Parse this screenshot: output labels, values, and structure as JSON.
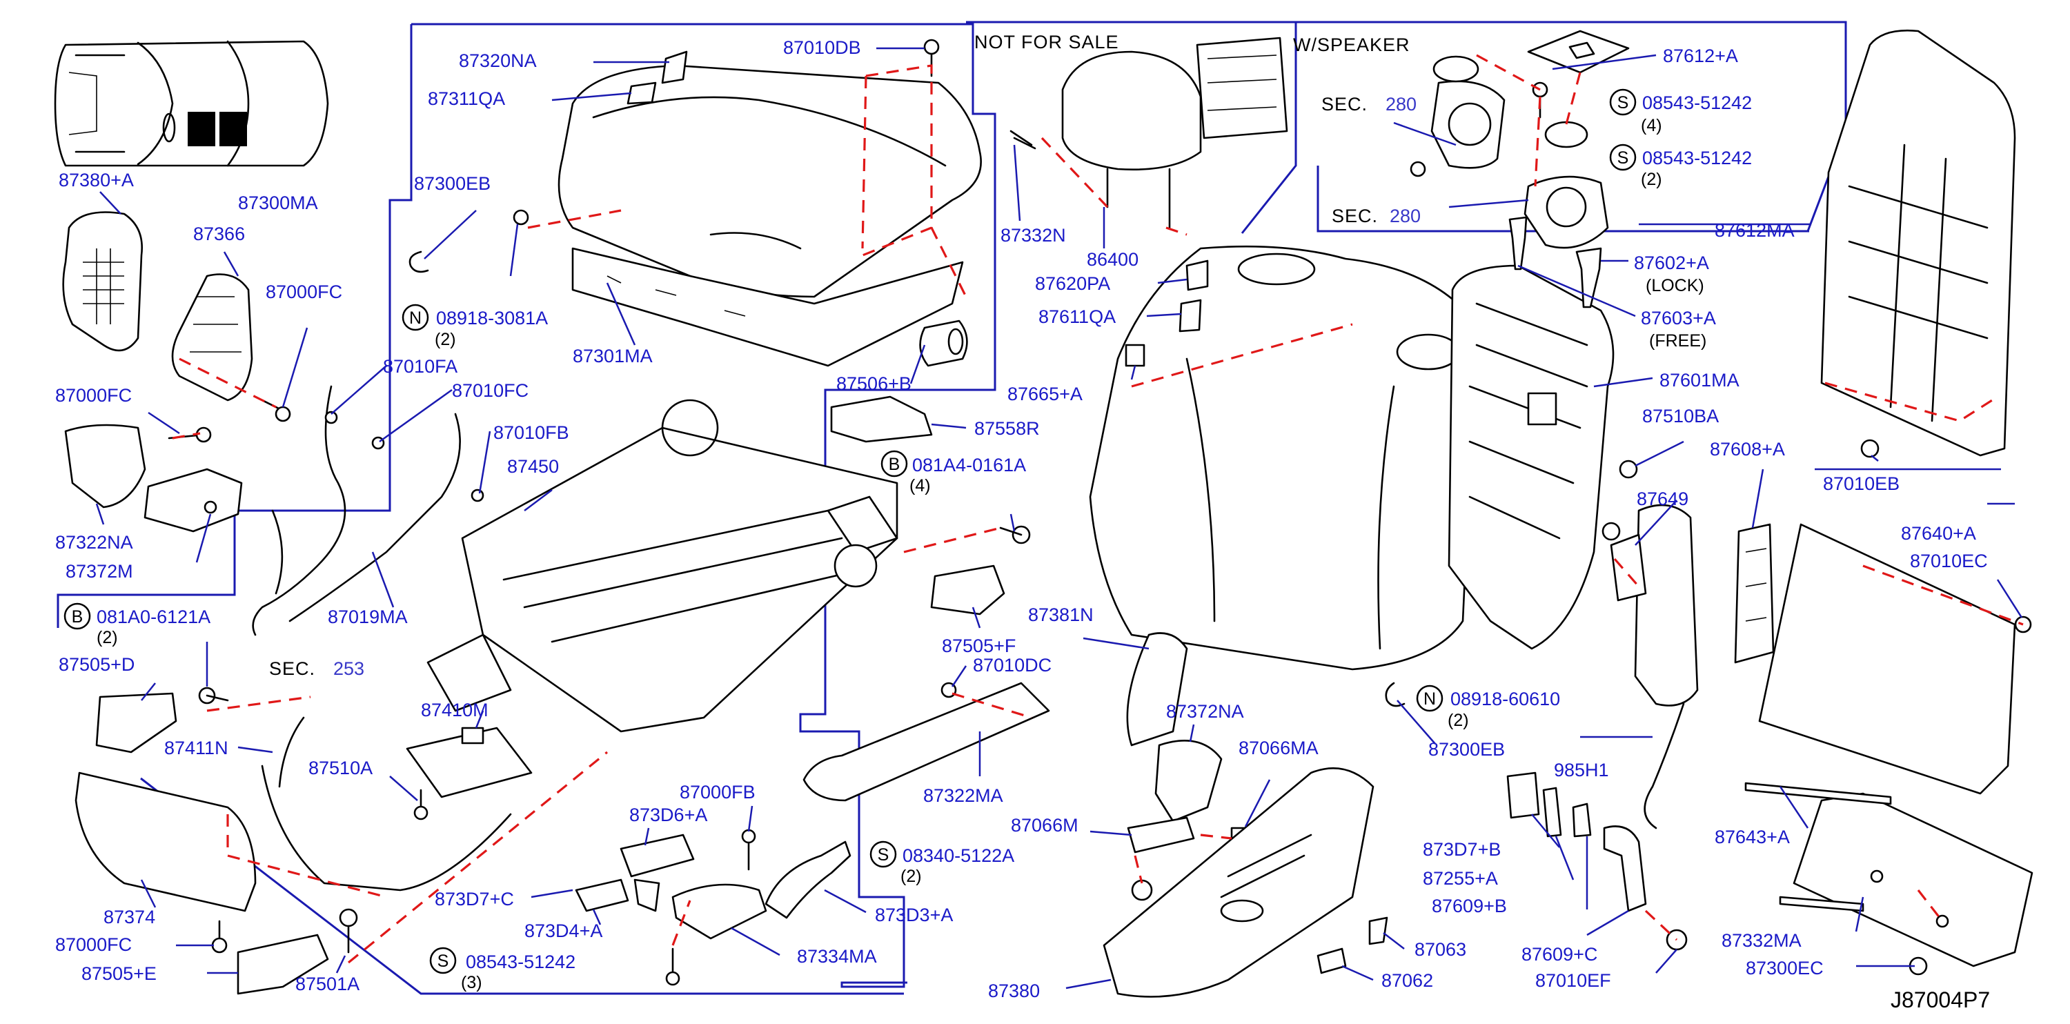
{
  "catalog_code": "J87004P7",
  "references": {
    "not_for_sale": "NOT FOR SALE",
    "w_speaker": "W/SPEAKER",
    "sec_prefix": "SEC.",
    "sec_280a": "280",
    "sec_280b": "280",
    "sec_253": "253"
  },
  "notes": {
    "lock": "(LOCK)",
    "free": "(FREE)"
  },
  "quantities": {
    "q2_08918_3081A": "(2)",
    "q4_081A4": "(4)",
    "q2_081A0": "(2)",
    "q3_08543_b": "(3)",
    "q2_08340": "(2)",
    "q2_08918_60610": "(2)",
    "q4_08543_a": "(4)",
    "q2_08543_c": "(2)"
  },
  "circled": {
    "n1": "N",
    "n2": "N",
    "b1": "B",
    "b2": "B",
    "s1": "S",
    "s2": "S",
    "s3": "S",
    "s4": "S"
  },
  "parts": {
    "p87380A": "87380+A",
    "p87366": "87366",
    "p87000FC_a": "87000FC",
    "p87000FC_b": "87000FC",
    "p87000FC_c": "87000FC",
    "p87322NA": "87322NA",
    "p87372M": "87372M",
    "p87300MA": "87300MA",
    "p87300EB_a": "87300EB",
    "p87320NA": "87320NA",
    "p87311QA": "87311QA",
    "p87010DB": "87010DB",
    "p08918_3081A": "08918-3081A",
    "p87301MA": "87301MA",
    "p87010FA": "87010FA",
    "p87010FC": "87010FC",
    "p87010FB": "87010FB",
    "p87450": "87450",
    "p87019MA": "87019MA",
    "p081A0_6121A": "081A0-6121A",
    "p87505D": "87505+D",
    "p87411N": "87411N",
    "p87410M": "87410M",
    "p87510A": "87510A",
    "p87374": "87374",
    "p87505E": "87505+E",
    "p87501A": "87501A",
    "p873D7C": "873D7+C",
    "p08543_51242_b": "08543-51242",
    "p873D4A": "873D4+A",
    "p873D6A": "873D6+A",
    "p87000FB": "87000FB",
    "p87334MA": "87334MA",
    "p873D3A": "873D3+A",
    "p08340_5122A": "08340-5122A",
    "p87506B": "87506+B",
    "p87558R": "87558R",
    "p081A4_0161A": "081A4-0161A",
    "p87505F": "87505+F",
    "p87010DC": "87010DC",
    "p87322MA": "87322MA",
    "p87380": "87380",
    "p87332N": "87332N",
    "p86400": "86400",
    "p87620PA": "87620PA",
    "p87611QA": "87611QA",
    "p87665A": "87665+A",
    "p87381N": "87381N",
    "p87372NA": "87372NA",
    "p87066MA": "87066MA",
    "p87066M": "87066M",
    "p87063": "87063",
    "p87062": "87062",
    "p08918_60610": "08918-60610",
    "p87300EB_b": "87300EB",
    "p87612A": "87612+A",
    "p08543_51242_a": "08543-51242",
    "p08543_51242_c": "08543-51242",
    "p87612MA": "87612MA",
    "p87602A": "87602+A",
    "p87603A": "87603+A",
    "p87601MA": "87601MA",
    "p87510BA": "87510BA",
    "p87608A": "87608+A",
    "p87649": "87649",
    "p87010EB": "87010EB",
    "p87640A": "87640+A",
    "p87010EC": "87010EC",
    "p985H1": "985H1",
    "p873D7B": "873D7+B",
    "p87255A": "87255+A",
    "p87609B": "87609+B",
    "p87609C": "87609+C",
    "p87010EF": "87010EF",
    "p87643A": "87643+A",
    "p87332MA": "87332MA",
    "p87300EC": "87300EC"
  },
  "colors": {
    "part_label": "#1a1ac8",
    "leader_line": "#1a1ab0",
    "dashed_assembly_line": "#e01818",
    "outline": "#000000",
    "highlight_seat": "#000000"
  }
}
